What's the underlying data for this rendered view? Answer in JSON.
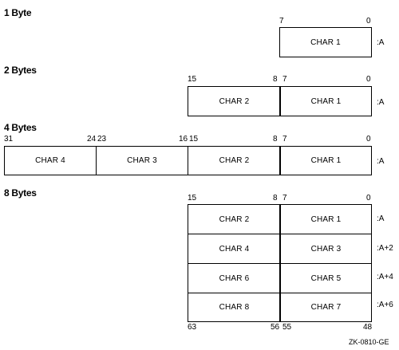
{
  "sections": {
    "byte1": {
      "title": "1 Byte",
      "bits": [
        "7",
        "0"
      ],
      "cells": [
        "CHAR 1"
      ],
      "addr": ":A"
    },
    "byte2": {
      "title": "2 Bytes",
      "bits": [
        "15",
        "8",
        "7",
        "0"
      ],
      "cells": [
        "CHAR 2",
        "CHAR 1"
      ],
      "addr": ":A"
    },
    "byte4": {
      "title": "4 Bytes",
      "bits": [
        "31",
        "24",
        "23",
        "16",
        "15",
        "8",
        "7",
        "0"
      ],
      "cells": [
        "CHAR 4",
        "CHAR 3",
        "CHAR 2",
        "CHAR 1"
      ],
      "addr": ":A"
    },
    "byte8": {
      "title": "8 Bytes",
      "top_bits": [
        "15",
        "8",
        "7",
        "0"
      ],
      "bottom_bits": [
        "63",
        "56",
        "55",
        "48"
      ],
      "rows": [
        {
          "left": "CHAR 2",
          "right": "CHAR 1",
          "addr": ":A"
        },
        {
          "left": "CHAR 4",
          "right": "CHAR 3",
          "addr": ":A+2"
        },
        {
          "left": "CHAR 6",
          "right": "CHAR 5",
          "addr": ":A+4"
        },
        {
          "left": "CHAR 8",
          "right": "CHAR 7",
          "addr": ":A+6"
        }
      ]
    }
  },
  "figure_id": "ZK-0810-GE"
}
